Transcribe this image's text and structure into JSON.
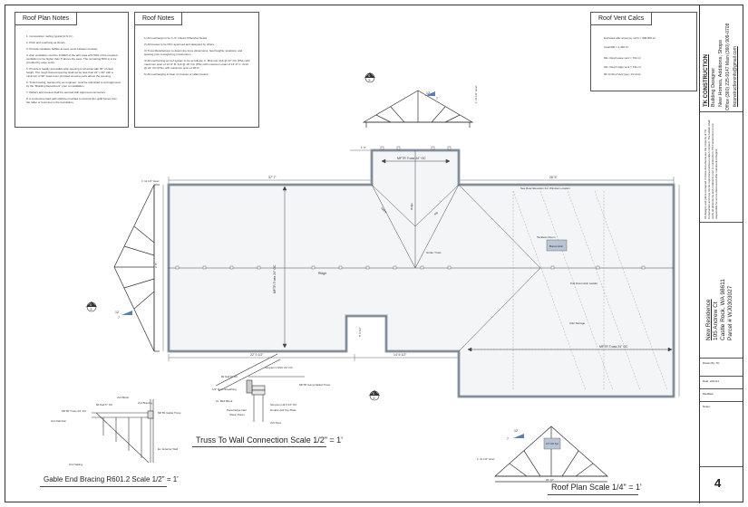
{
  "notes": {
    "roof_plan": {
      "title": "Roof Plan Notes",
      "items": [
        "1. Composition roofing typical (U.N.O.).",
        "2. Pitch and overhang as shown.",
        "3. Provide insulation baffles at eave vents between trusses.",
        "4. Attic ventilation must be 1/300th of the attic area with 50% of the required ventilation to be higher than 3' above the eave. The remaining 50% is to be provided by eave vents.",
        "5. Provide a readily accessible attic opening to all areas with 30\" of clear height. The rough framed opening shall not be less than 22\" x 30\" with a minimum of 30\" head room provided at some point above the opening.",
        "6. Truss bracing, stamped by an engineer, must be submitted to and approved by the \"Building Department\" prior to installation.",
        "7. Rafters and trusses shall be secured with approved connectors.",
        "8. A continuous load path shall be provided to transmit the uplift forces from the rafter or truss ties to the foundation."
      ]
    },
    "roof": {
      "title": "Roof Notes",
      "items": [
        "1) All overhangs to be 1'-3\" Unless Otherwise Noted",
        "2) All trusses to be DFC approved and designed by others.",
        "3) Truss Manufacturer to determine truss dimensions, heel heights, locations, and spacing prior to beginning construction.",
        "4) All overframing at roof system to be as follows: A. Minimum 2x6 @ 24\" OC (PSL) with maximum span of 10'-0\"  B. 2x6 @ 16\" OC (PSL) with maximum span of 13'-0\"  C. 2x10 @ 24\" OC (PSL) with maximum span of 18'-0\"",
        "5) All overhanging to bear on trusses or rafters below."
      ]
    },
    "vent_calcs": {
      "title": "Roof Vent Calcs",
      "items": [
        "Enclosed attic area (sq. inch) = 308,000 in²",
        "Area/300 = 1,462 in²",
        "Min. Req'd eave vent = 731 in²",
        "Min. Req'd ridge vent = 731 in²",
        "96 in² Roof Vent (ea.) 13 Units"
      ]
    }
  },
  "captions": {
    "gable_end": "Gable End Bracing R601.2 Scale 1/2\" = 1'",
    "truss_wall": "Truss To Wall Connection Scale 1/2\" = 1'",
    "roof_plan": "Roof Plan Scale 1/4\" = 1'"
  },
  "plan_labels": {
    "dim_top_overall": "37' 7\"",
    "dim_top_right": "28' 5\"",
    "dim_top_mid": "1' 6\"",
    "dim_left": "2' 8\"",
    "dim_bottom_left": "22' 3 1/2\"",
    "dim_bottom_mid": "14' 5 1/2\"",
    "dim_overhang": "1' 11 1/2\" Heel",
    "dim_porch": "8' 0 1/2\"",
    "ridge": "Ridge",
    "ridge_upper": "Ridge",
    "valley": "Valley",
    "hip": "Hip",
    "girder_truss": "Girder Truss",
    "trusses_top": "MFTR Truss 24\" OC",
    "trusses_left": "MFTR Truss 24\" OC",
    "trusses_right": "MFTR Truss 24\" OC",
    "see_rear": "See Rear Elevation For Window Location",
    "tankless": "Tankless Room",
    "room_box": "Bonus Attic",
    "attic_storage": "Attic Storage",
    "attic_ladder": "Pull Down Attic Ladder",
    "section_mark": "S",
    "section_num": "5",
    "slope_num": "12",
    "slope_rise": "7",
    "truss_box": "12\" O/H Typ.",
    "truss_span": "30' 10\"",
    "truss_heel": "1' 11 1/2\" Heel",
    "truss_top_heel": "1' 11 1/2\" Heel"
  },
  "gable_labels": [
    "2x4 Block",
    "2x4 Bracing",
    "MFTR Gable Truss",
    "MFTR Truss 24\" OC",
    "2x4 Nail Run",
    "2x4 Nailing",
    "Ex. Exterior Wall",
    "8d Nail 6\" OC"
  ],
  "connection_labels": [
    "Simpson LSSU 24\" OC",
    "8d Nail 6\" OC",
    "1/2\" Roof Sheathing",
    "2x. Bird Block",
    "Panel Edge Nail",
    "Shear Panel",
    "Simpson H2.5 24\" OC",
    "Double 2x6 Top Plate",
    "2x6 Stud",
    "MFTR Gang Nailed Truss"
  ],
  "title_block": {
    "company": "TK CONSTRUCTION",
    "designer": "Building Designer",
    "services": "New Homes, Additions, Shops",
    "contact": "Office (360) 225-9147  Main (360) 909-0708",
    "email": "tkconstructioninfo@gmail.com",
    "disclaimer": "All designs and plans contained in these documents are the property of TK Construction and may not be reproduced without written consent. The builder shall verify all dimensions and conditions prior to construction. TK Construction is not responsible for errors discovered after construction begins.",
    "project": "New Residence",
    "address": "105 Andrew Ct",
    "city": "Castle Rock, WA 98611",
    "parcel": "Parcel # WJ0303027",
    "fields": [
      "Drawn By: TK",
      "Date: 2/21/21",
      "Modified:",
      "Notes:"
    ],
    "sheet_number": "4"
  }
}
